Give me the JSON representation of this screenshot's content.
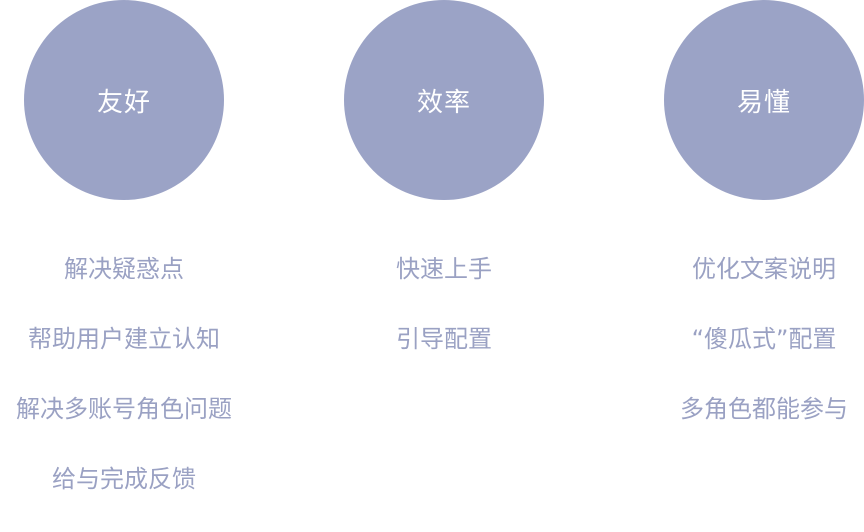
{
  "columns": [
    {
      "title": "友好",
      "items": [
        "解决疑惑点",
        "帮助用户建立认知",
        "解决多账号角色问题",
        "给与完成反馈"
      ]
    },
    {
      "title": "效率",
      "items": [
        "快速上手",
        "引导配置"
      ]
    },
    {
      "title": "易懂",
      "items": [
        "优化文案说明",
        "“傻瓜式”配置",
        "多角色都能参与"
      ]
    }
  ],
  "colors": {
    "circle": "#9ba3c6",
    "text": "#9aa1c3",
    "circle_text": "#ffffff"
  }
}
